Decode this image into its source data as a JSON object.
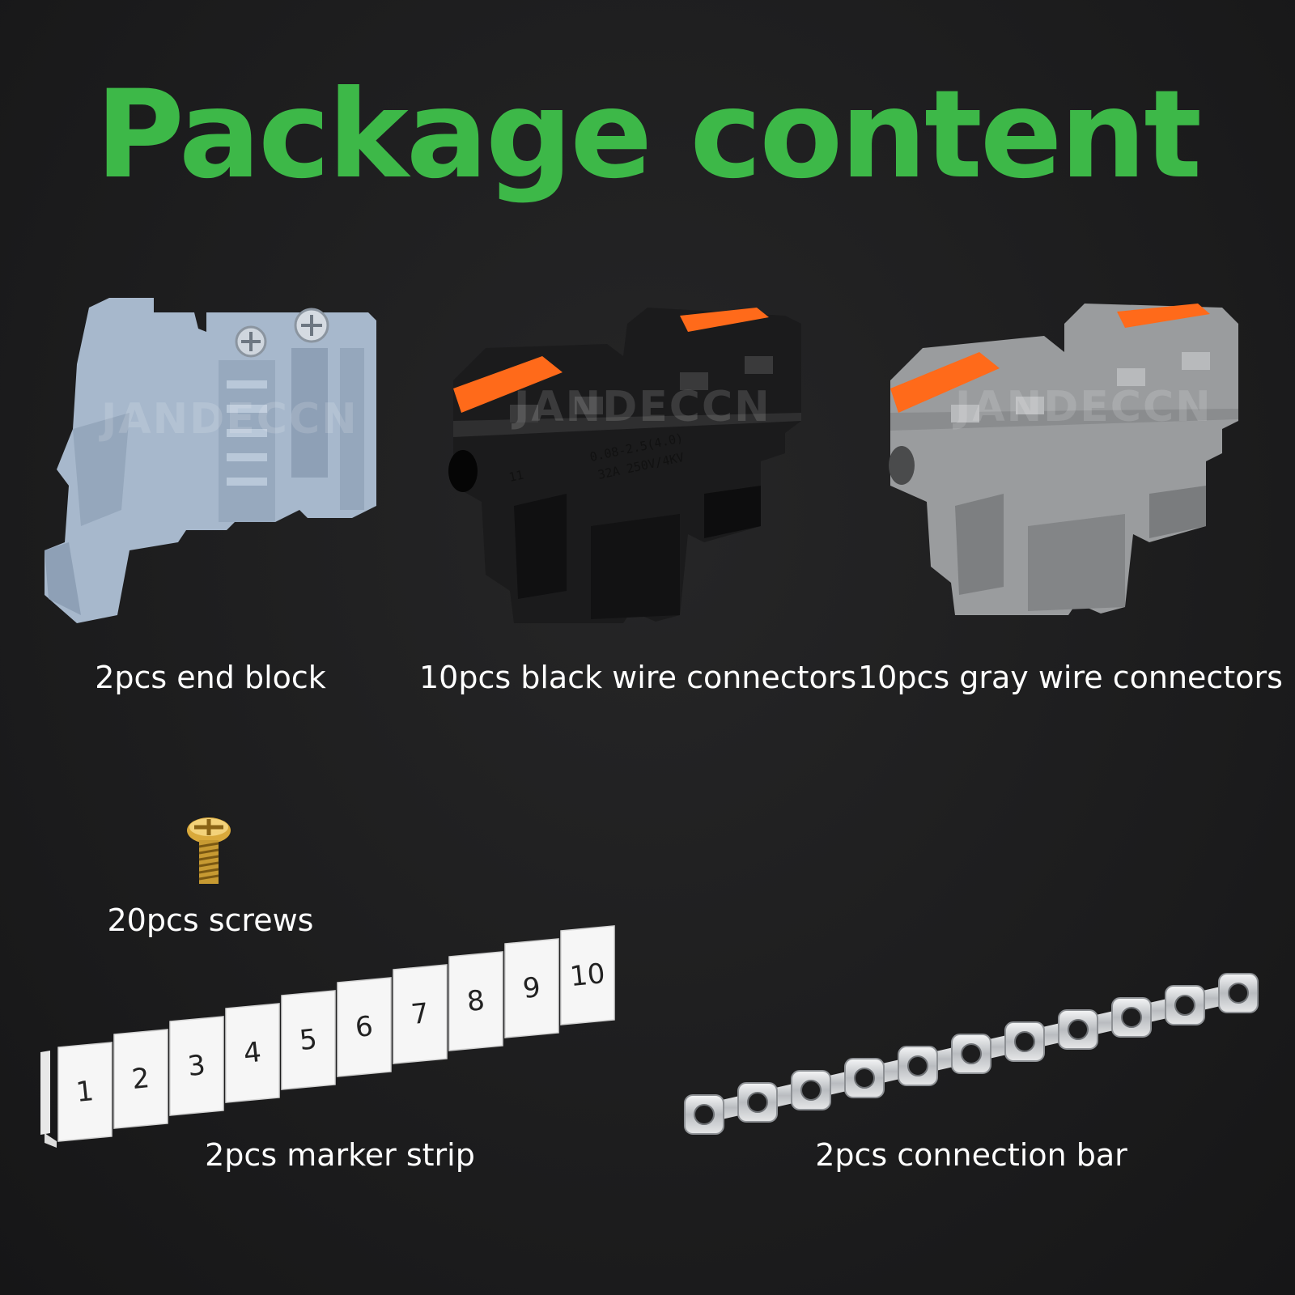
{
  "title": "Package content",
  "colors": {
    "title": "#3db848",
    "background": "#1d1d1e",
    "caption": "#ffffff",
    "lever": "#ff6a1a"
  },
  "watermark": "JANDECCN",
  "items": {
    "end_block": {
      "caption": "2pcs end block",
      "icon": "end-block-icon"
    },
    "black_connector": {
      "caption": "10pcs black wire connectors",
      "icon": "black-connector-icon",
      "print_line1": "0.08-2.5(4.0)",
      "print_line2": "32A 250V/4KV",
      "mark": "11"
    },
    "gray_connector": {
      "caption": "10pcs gray wire connectors",
      "icon": "gray-connector-icon"
    },
    "screws": {
      "caption": "20pcs screws",
      "icon": "screw-icon"
    },
    "marker_strip": {
      "caption": "2pcs marker strip",
      "icon": "marker-strip-icon",
      "labels": [
        "1",
        "2",
        "3",
        "4",
        "5",
        "6",
        "7",
        "8",
        "9",
        "10"
      ]
    },
    "connection_bar": {
      "caption": "2pcs connection bar",
      "icon": "connection-bar-icon"
    }
  }
}
